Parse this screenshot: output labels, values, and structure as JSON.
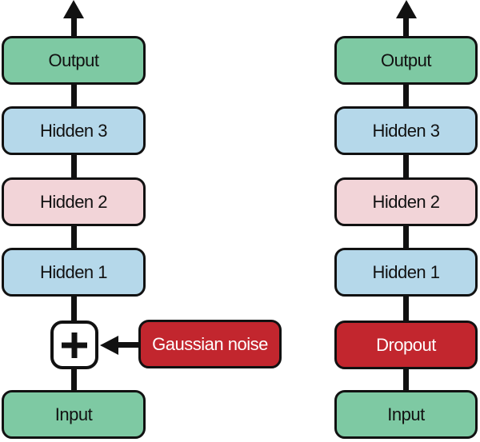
{
  "colors": {
    "green": "#7ec9a3",
    "blue": "#b5d8ea",
    "pink": "#f2d4d8",
    "red": "#c2262e",
    "outline": "#111111",
    "text_dark": "#111111",
    "text_light": "#ffffff"
  },
  "diagram": {
    "left": {
      "nodes": [
        {
          "label": "Output"
        },
        {
          "label": "Hidden 3"
        },
        {
          "label": "Hidden 2"
        },
        {
          "label": "Hidden 1"
        },
        {
          "label": "Input"
        }
      ],
      "plus_label": "+",
      "noise_label": "Gaussian noise"
    },
    "right": {
      "nodes": [
        {
          "label": "Output"
        },
        {
          "label": "Hidden 3"
        },
        {
          "label": "Hidden 2"
        },
        {
          "label": "Hidden 1"
        },
        {
          "label": "Dropout"
        },
        {
          "label": "Input"
        }
      ]
    }
  }
}
